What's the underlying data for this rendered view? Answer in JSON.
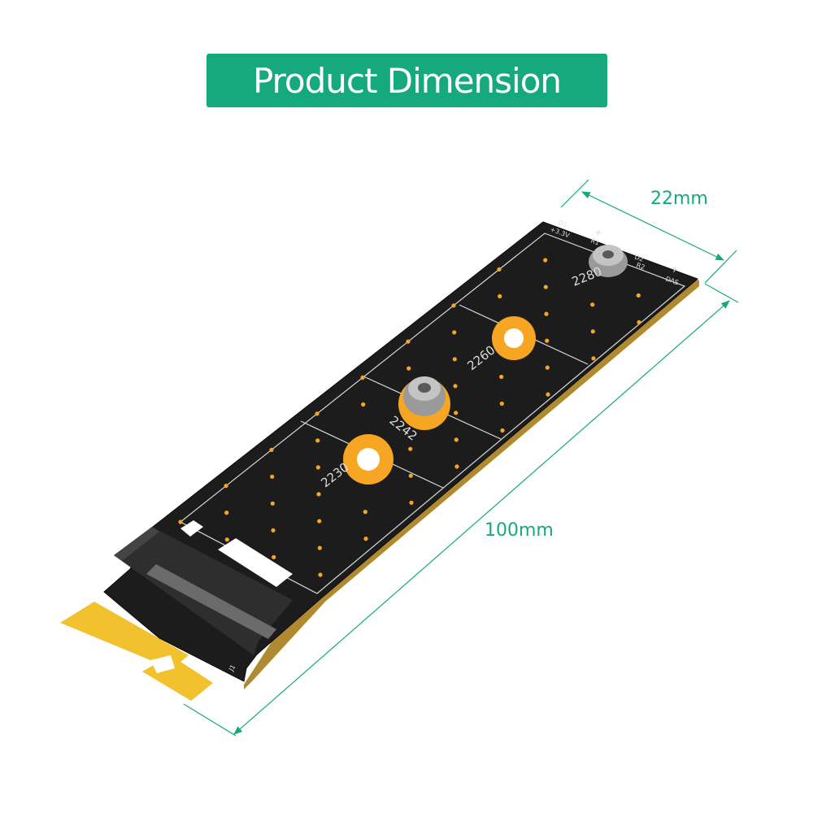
{
  "title": "Product Dimension",
  "dimensions": {
    "width_label": "22mm",
    "length_label": "100mm"
  },
  "silkscreen": {
    "sizes": [
      "2230",
      "2242",
      "2260",
      "2280"
    ],
    "d1": "D1",
    "plus1": "+",
    "v33": "+3.3V",
    "r1": "R1",
    "d2": "D2",
    "plus2": "+",
    "r2": "R2",
    "das": "DAS",
    "j1": "J1"
  },
  "colors": {
    "accent": "#16a97d",
    "board": "#1c1c1c",
    "pcb_edge": "#b08a30",
    "gold": "#f2c12e",
    "standoff_ring": "#f6a623"
  }
}
